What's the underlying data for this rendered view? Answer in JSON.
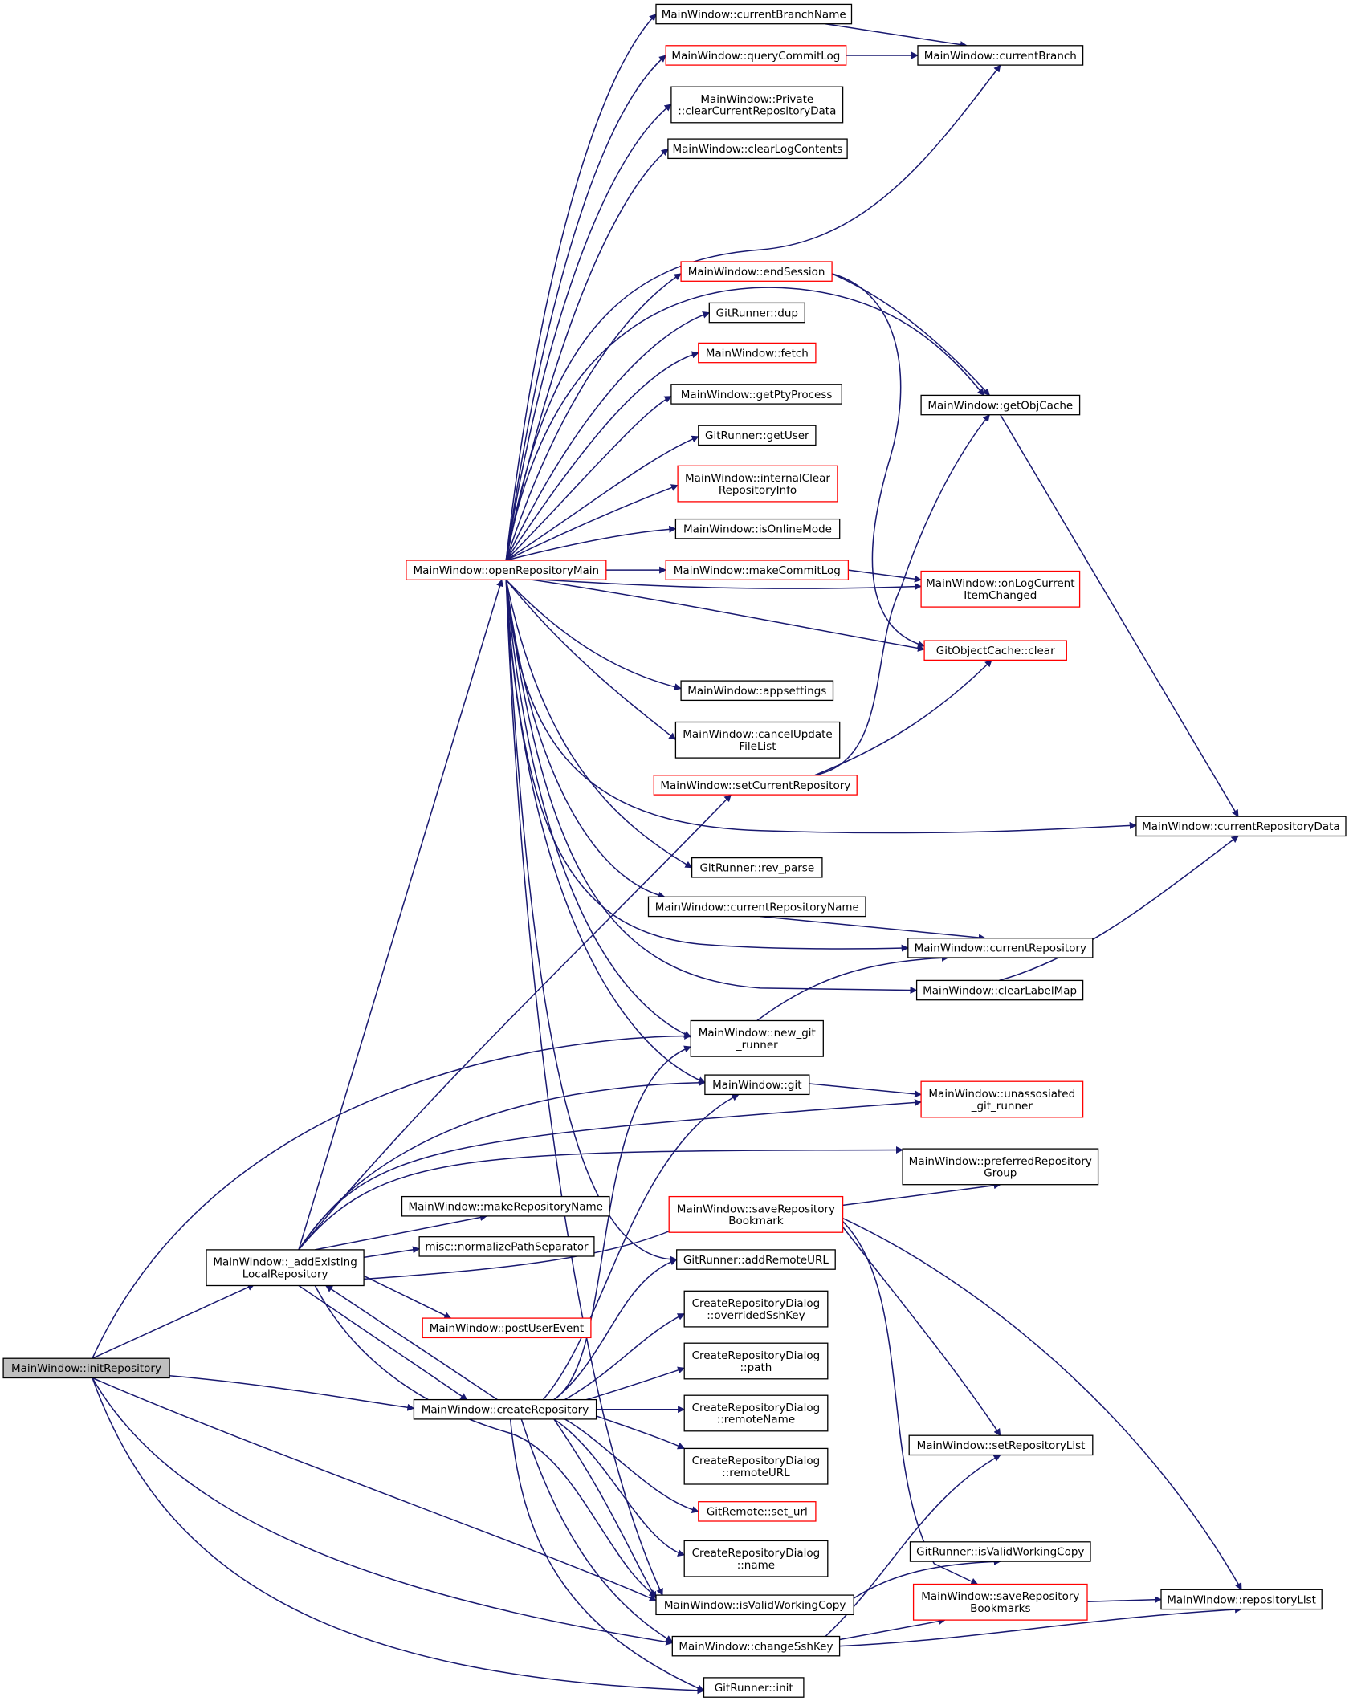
{
  "colors": {
    "edge": "#191970",
    "normal_border": "#000000",
    "red_border": "#ff0000",
    "root_fill": "#bfbfbf",
    "background": "#ffffff"
  },
  "nodes": [
    {
      "id": "initRepository",
      "lines": [
        "MainWindow::initRepository"
      ],
      "style": "root"
    },
    {
      "id": "addExisting",
      "lines": [
        "MainWindow::_addExisting",
        "LocalRepository"
      ],
      "style": "normal"
    },
    {
      "id": "openRepositoryMain",
      "lines": [
        "MainWindow::openRepositoryMain"
      ],
      "style": "red"
    },
    {
      "id": "createRepository",
      "lines": [
        "MainWindow::createRepository"
      ],
      "style": "normal"
    },
    {
      "id": "currentBranchName",
      "lines": [
        "MainWindow::currentBranchName"
      ],
      "style": "normal"
    },
    {
      "id": "queryCommitLog",
      "lines": [
        "MainWindow::queryCommitLog"
      ],
      "style": "red"
    },
    {
      "id": "clearCurrentRepositoryData",
      "lines": [
        "MainWindow::Private",
        "::clearCurrentRepositoryData"
      ],
      "style": "normal"
    },
    {
      "id": "clearLogContents",
      "lines": [
        "MainWindow::clearLogContents"
      ],
      "style": "normal"
    },
    {
      "id": "endSession",
      "lines": [
        "MainWindow::endSession"
      ],
      "style": "red"
    },
    {
      "id": "dup",
      "lines": [
        "GitRunner::dup"
      ],
      "style": "normal"
    },
    {
      "id": "fetch",
      "lines": [
        "MainWindow::fetch"
      ],
      "style": "red"
    },
    {
      "id": "getPtyProcess",
      "lines": [
        "MainWindow::getPtyProcess"
      ],
      "style": "normal"
    },
    {
      "id": "getUser",
      "lines": [
        "GitRunner::getUser"
      ],
      "style": "normal"
    },
    {
      "id": "internalClear",
      "lines": [
        "MainWindow::internalClear",
        "RepositoryInfo"
      ],
      "style": "red"
    },
    {
      "id": "isOnlineMode",
      "lines": [
        "MainWindow::isOnlineMode"
      ],
      "style": "normal"
    },
    {
      "id": "makeCommitLog",
      "lines": [
        "MainWindow::makeCommitLog"
      ],
      "style": "red"
    },
    {
      "id": "appsettings",
      "lines": [
        "MainWindow::appsettings"
      ],
      "style": "normal"
    },
    {
      "id": "cancelUpdate",
      "lines": [
        "MainWindow::cancelUpdate",
        "FileList"
      ],
      "style": "normal"
    },
    {
      "id": "setCurrentRepository",
      "lines": [
        "MainWindow::setCurrentRepository"
      ],
      "style": "red"
    },
    {
      "id": "rev_parse",
      "lines": [
        "GitRunner::rev_parse"
      ],
      "style": "normal"
    },
    {
      "id": "currentRepositoryName",
      "lines": [
        "MainWindow::currentRepositoryName"
      ],
      "style": "normal"
    },
    {
      "id": "new_git_runner",
      "lines": [
        "MainWindow::new_git",
        "_runner"
      ],
      "style": "normal"
    },
    {
      "id": "git",
      "lines": [
        "MainWindow::git"
      ],
      "style": "normal"
    },
    {
      "id": "makeRepositoryName",
      "lines": [
        "MainWindow::makeRepositoryName"
      ],
      "style": "normal"
    },
    {
      "id": "normalizePathSeparator",
      "lines": [
        "misc::normalizePathSeparator"
      ],
      "style": "normal"
    },
    {
      "id": "postUserEvent",
      "lines": [
        "MainWindow::postUserEvent"
      ],
      "style": "red"
    },
    {
      "id": "saveRepositoryBookmark",
      "lines": [
        "MainWindow::saveRepository",
        "Bookmark"
      ],
      "style": "red"
    },
    {
      "id": "addRemoteURL",
      "lines": [
        "GitRunner::addRemoteURL"
      ],
      "style": "normal"
    },
    {
      "id": "overridedSshKey",
      "lines": [
        "CreateRepositoryDialog",
        "::overridedSshKey"
      ],
      "style": "normal"
    },
    {
      "id": "path",
      "lines": [
        "CreateRepositoryDialog",
        "::path"
      ],
      "style": "normal"
    },
    {
      "id": "remoteName",
      "lines": [
        "CreateRepositoryDialog",
        "::remoteName"
      ],
      "style": "normal"
    },
    {
      "id": "remoteURL",
      "lines": [
        "CreateRepositoryDialog",
        "::remoteURL"
      ],
      "style": "normal"
    },
    {
      "id": "set_url",
      "lines": [
        "GitRemote::set_url"
      ],
      "style": "red"
    },
    {
      "id": "name",
      "lines": [
        "CreateRepositoryDialog",
        "::name"
      ],
      "style": "normal"
    },
    {
      "id": "mwIsValidWorkingCopy",
      "lines": [
        "MainWindow::isValidWorkingCopy"
      ],
      "style": "normal"
    },
    {
      "id": "changeSshKey",
      "lines": [
        "MainWindow::changeSshKey"
      ],
      "style": "normal"
    },
    {
      "id": "init",
      "lines": [
        "GitRunner::init"
      ],
      "style": "normal"
    },
    {
      "id": "currentBranch",
      "lines": [
        "MainWindow::currentBranch"
      ],
      "style": "normal"
    },
    {
      "id": "getObjCache",
      "lines": [
        "MainWindow::getObjCache"
      ],
      "style": "normal"
    },
    {
      "id": "onLogCurrentItemChanged",
      "lines": [
        "MainWindow::onLogCurrent",
        "ItemChanged"
      ],
      "style": "red"
    },
    {
      "id": "gocClear",
      "lines": [
        "GitObjectCache::clear"
      ],
      "style": "red"
    },
    {
      "id": "currentRepository",
      "lines": [
        "MainWindow::currentRepository"
      ],
      "style": "normal"
    },
    {
      "id": "clearLabelMap",
      "lines": [
        "MainWindow::clearLabelMap"
      ],
      "style": "normal"
    },
    {
      "id": "unassosiated",
      "lines": [
        "MainWindow::unassosiated",
        "_git_runner"
      ],
      "style": "red"
    },
    {
      "id": "preferredRepositoryGroup",
      "lines": [
        "MainWindow::preferredRepository",
        "Group"
      ],
      "style": "normal"
    },
    {
      "id": "setRepositoryList",
      "lines": [
        "MainWindow::setRepositoryList"
      ],
      "style": "normal"
    },
    {
      "id": "grIsValidWorkingCopy",
      "lines": [
        "GitRunner::isValidWorkingCopy"
      ],
      "style": "normal"
    },
    {
      "id": "saveRepositoryBookmarks",
      "lines": [
        "MainWindow::saveRepository",
        "Bookmarks"
      ],
      "style": "red"
    },
    {
      "id": "currentRepositoryData",
      "lines": [
        "MainWindow::currentRepositoryData"
      ],
      "style": "normal"
    },
    {
      "id": "repositoryList",
      "lines": [
        "MainWindow::repositoryList"
      ],
      "style": "normal"
    }
  ]
}
